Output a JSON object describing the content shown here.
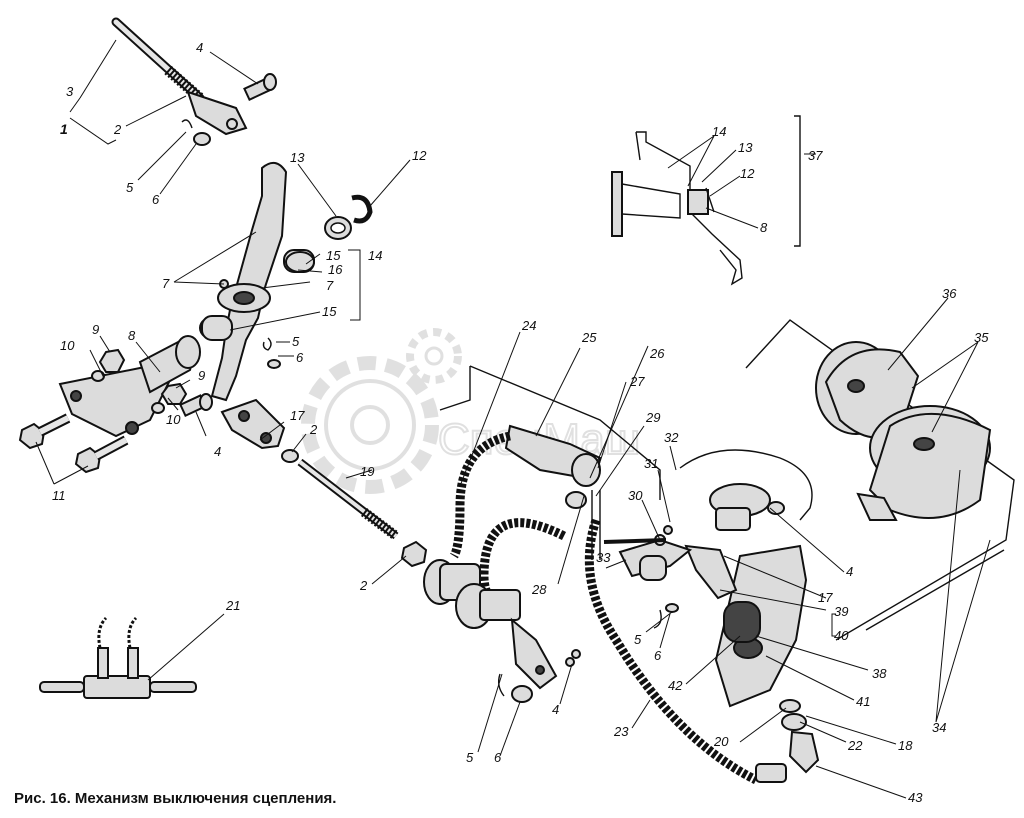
{
  "caption": "Рис. 16. Механизм выключения сцепления.",
  "watermark": "СпецМаш",
  "callouts": {
    "c1": "1",
    "c2a": "2",
    "c3": "3",
    "c4a": "4",
    "c5a": "5",
    "c6a": "6",
    "c7a": "7",
    "c7b": "7",
    "c8a": "8",
    "c9a": "9",
    "c9b": "9",
    "c10a": "10",
    "c10b": "10",
    "c11": "11",
    "c12a": "12",
    "c13a": "13",
    "c14a": "14",
    "c15a": "15",
    "c15b": "15",
    "c16": "16",
    "c5b": "5",
    "c6b": "6",
    "c4b": "4",
    "c17a": "17",
    "c2b": "2",
    "c19": "19",
    "c2c": "2",
    "c21": "21",
    "c24": "24",
    "c25": "25",
    "c26": "26",
    "c27": "27",
    "c29": "29",
    "c32": "32",
    "c31": "31",
    "c30": "30",
    "c28": "28",
    "c33": "33",
    "c14b": "14",
    "c13b": "13",
    "c12b": "12",
    "c8b": "8",
    "c37": "37",
    "c36": "36",
    "c35": "35",
    "c4c": "4",
    "c17b": "17",
    "c39": "39",
    "c40": "40",
    "c5c": "5",
    "c6c": "6",
    "c38": "38",
    "c42": "42",
    "c41": "41",
    "c34": "34",
    "c20": "20",
    "c22": "22",
    "c18": "18",
    "c23": "23",
    "c5d": "5",
    "c6d": "6",
    "c4d": "4",
    "c43": "43"
  }
}
